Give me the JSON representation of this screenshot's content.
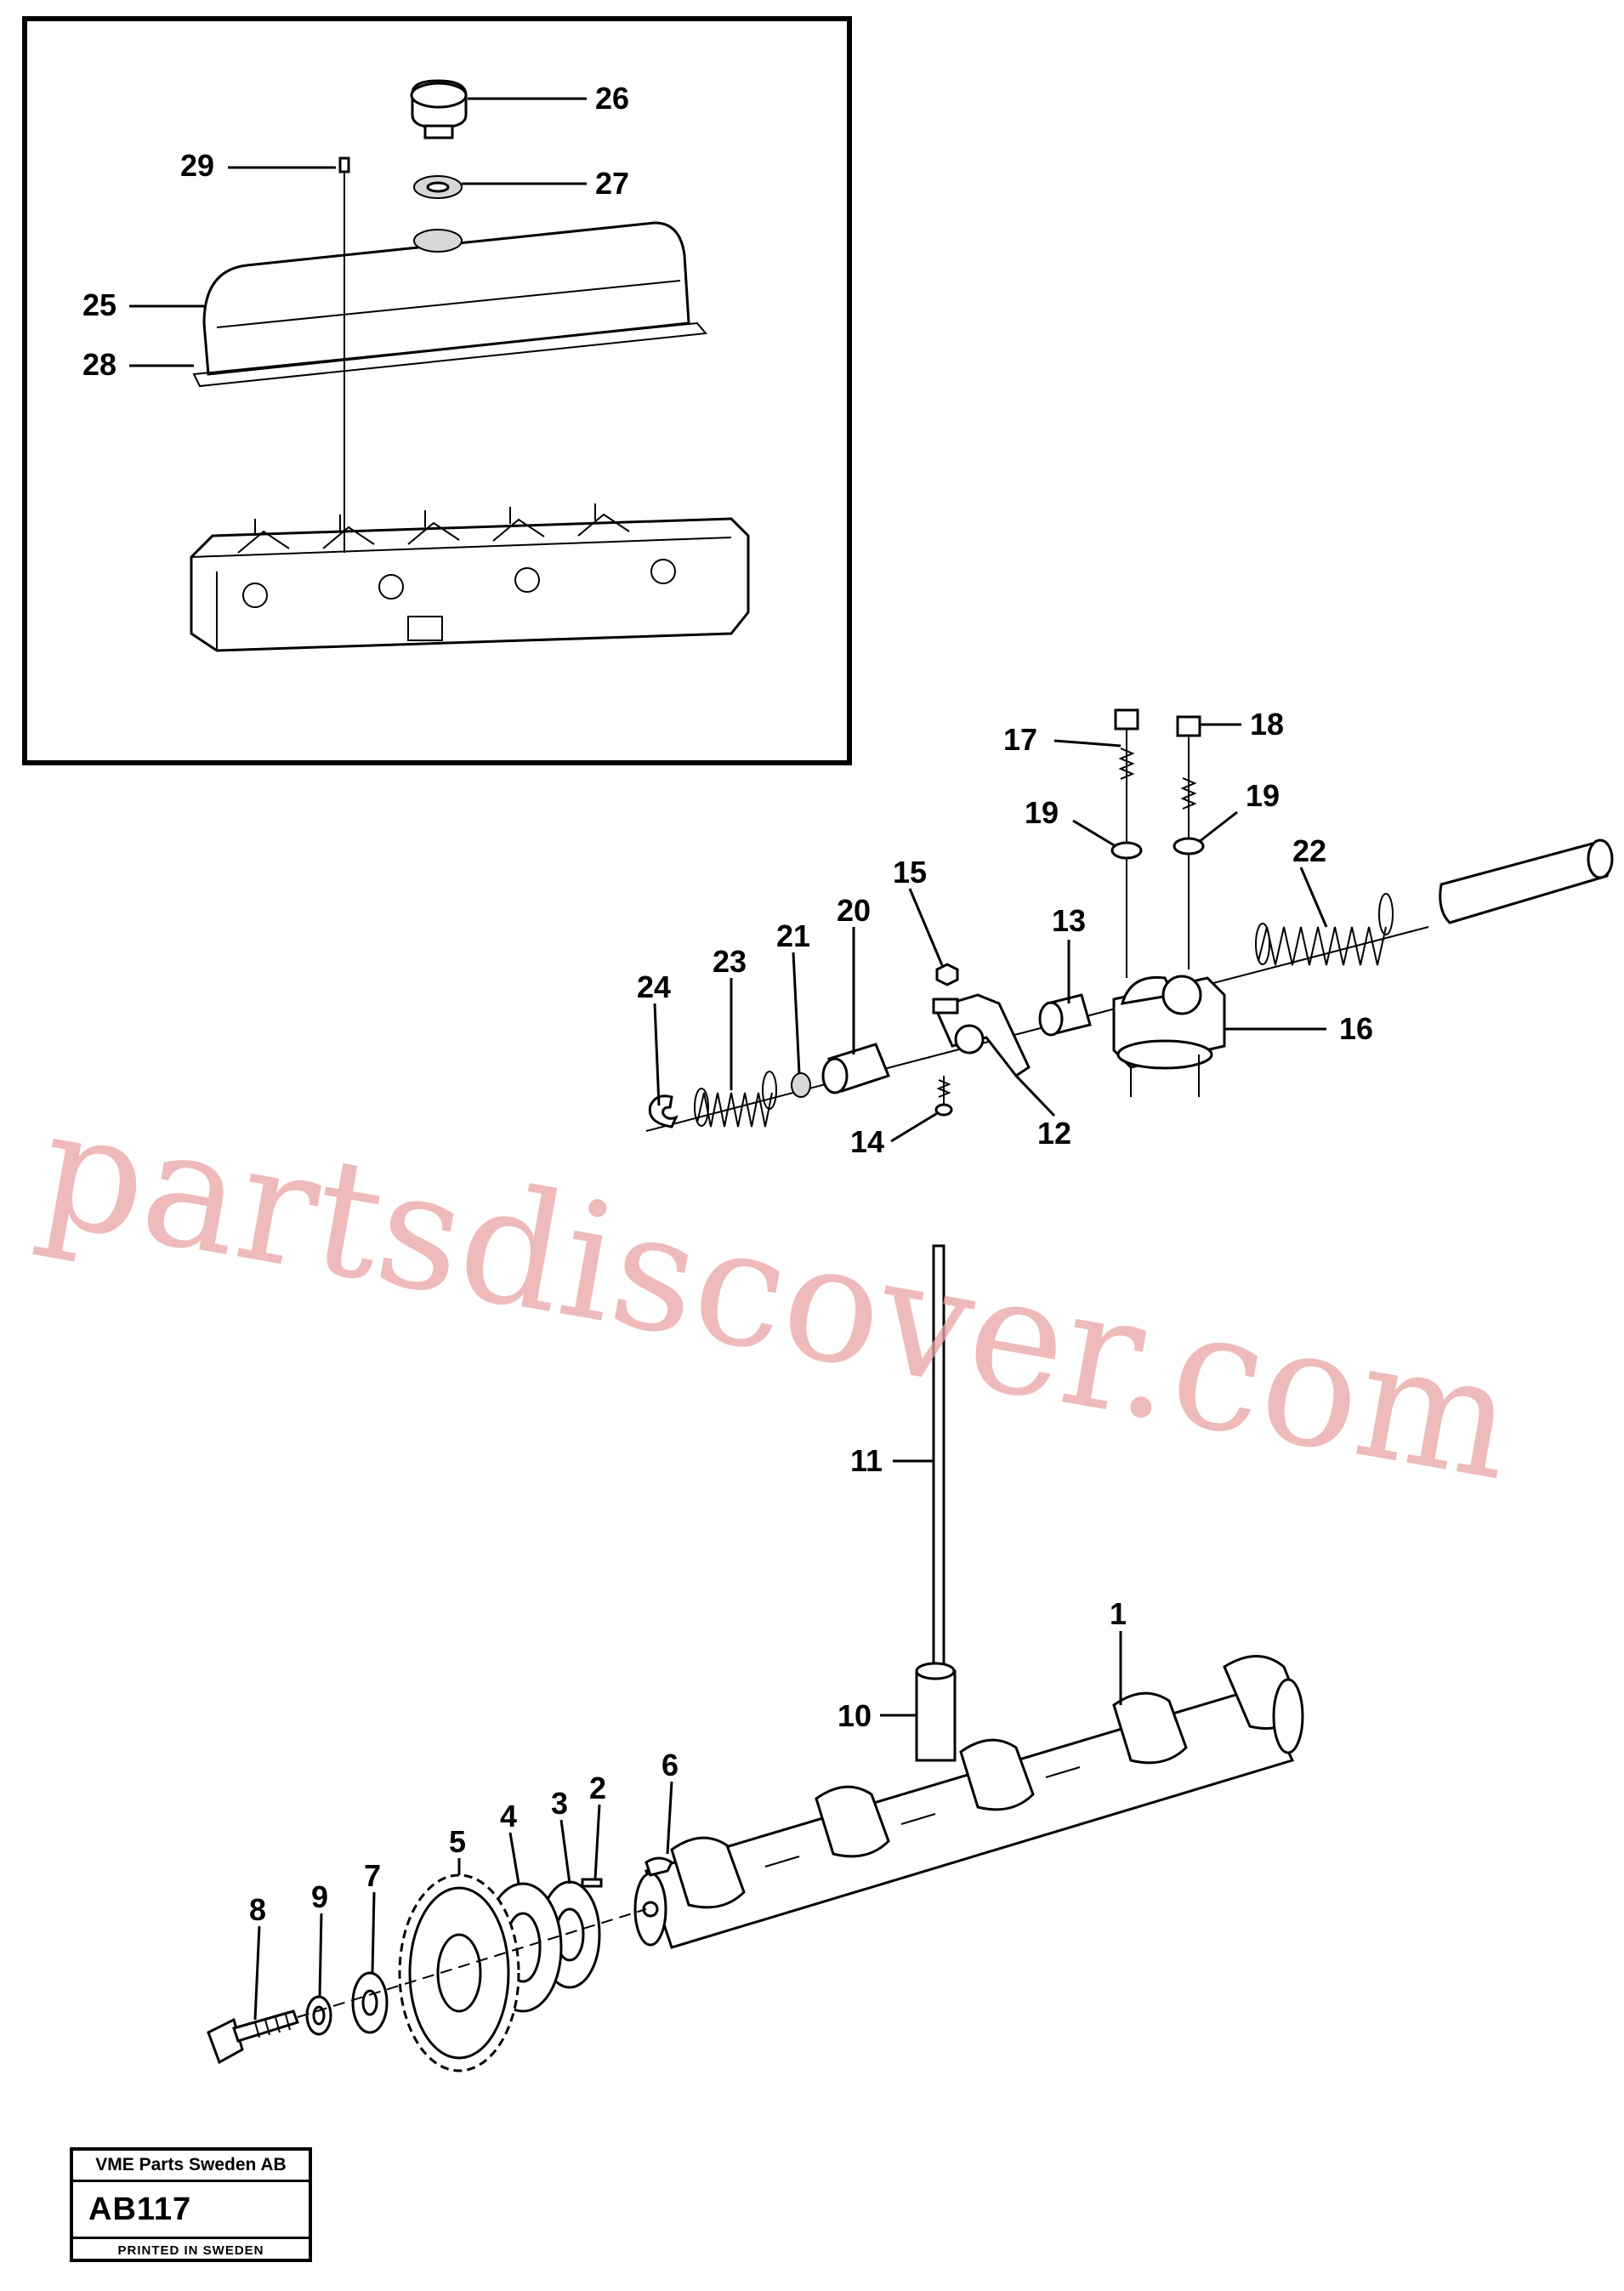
{
  "watermark": "partsdiscover.com",
  "label": {
    "company": "VME Parts Sweden AB",
    "code": "AB117",
    "printed": "PRINTED IN SWEDEN"
  },
  "callouts": {
    "c1": "1",
    "c2": "2",
    "c3": "3",
    "c4": "4",
    "c5": "5",
    "c6": "6",
    "c7": "7",
    "c8": "8",
    "c9": "9",
    "c10": "10",
    "c11": "11",
    "c12": "12",
    "c13": "13",
    "c14": "14",
    "c15": "15",
    "c16": "16",
    "c17": "17",
    "c18": "18",
    "c19a": "19",
    "c19b": "19",
    "c20": "20",
    "c21": "21",
    "c22": "22",
    "c23": "23",
    "c24": "24",
    "c25": "25",
    "c26": "26",
    "c27": "27",
    "c28": "28",
    "c29": "29"
  }
}
